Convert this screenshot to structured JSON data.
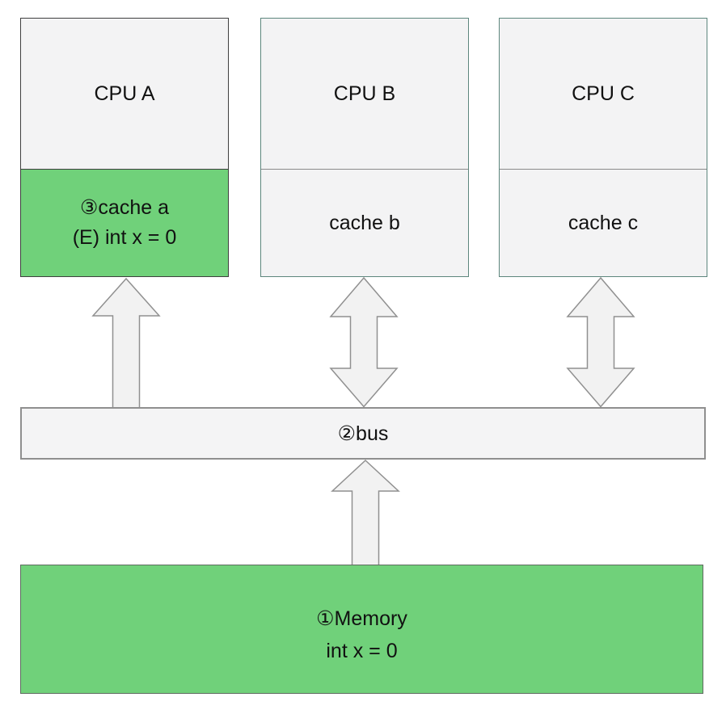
{
  "cpus": [
    {
      "cpu_label": "CPU A",
      "cache_lines": [
        "③cache a",
        "(E) int x = 0"
      ],
      "cache_highlighted": true
    },
    {
      "cpu_label": "CPU B",
      "cache_lines": [
        "cache b"
      ],
      "cache_highlighted": false
    },
    {
      "cpu_label": "CPU C",
      "cache_lines": [
        "cache c"
      ],
      "cache_highlighted": false
    }
  ],
  "bus": {
    "label": "②bus"
  },
  "memory": {
    "lines": [
      "①Memory",
      "int x = 0"
    ]
  },
  "arrows": [
    {
      "name": "arrow-cache-a-bus",
      "direction": "up"
    },
    {
      "name": "arrow-cache-b-bus",
      "direction": "both"
    },
    {
      "name": "arrow-cache-c-bus",
      "direction": "both"
    },
    {
      "name": "arrow-memory-bus",
      "direction": "up"
    }
  ],
  "colors": {
    "highlight_green": "#70d17a",
    "box_fill": "#f3f3f4",
    "bus_fill": "#f4f4f5",
    "arrow_fill": "#f2f2f2",
    "arrow_stroke": "#909090",
    "border_gray": "#8a8a8a",
    "border_dark": "#3f3f3f",
    "border_teal": "#5d867d"
  }
}
